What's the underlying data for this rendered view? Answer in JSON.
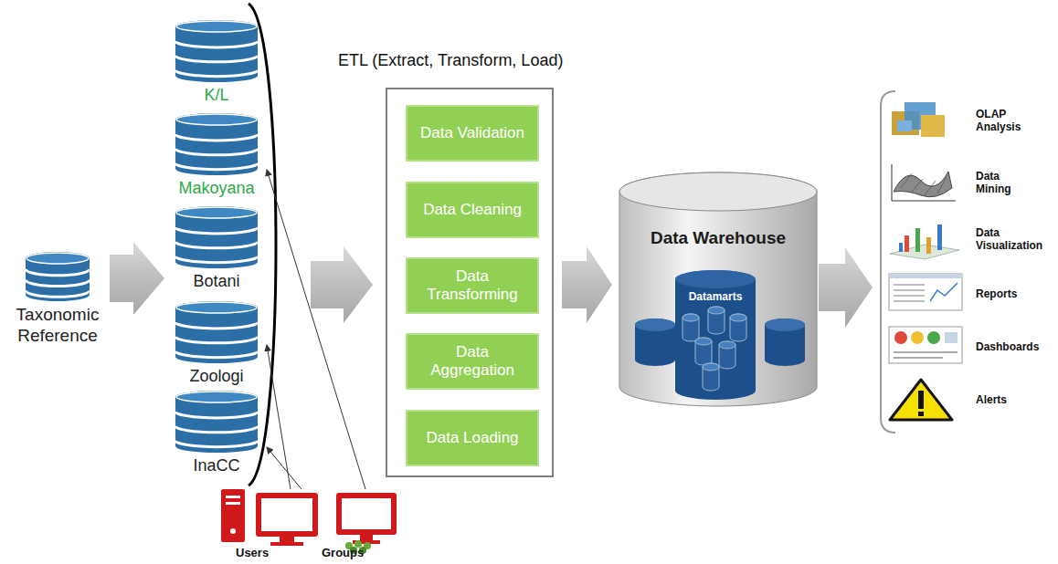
{
  "diagram": {
    "nodes": [
      {
        "text": [
          "Taxonomic Reference"
        ]
      },
      {
        "text": [
          "K/L"
        ]
      },
      {
        "text": [
          "Makoyana"
        ]
      },
      {
        "text": [
          "Botani"
        ]
      },
      {
        "text": [
          "Zoologi"
        ]
      },
      {
        "text": [
          "InaCC"
        ]
      },
      {
        "text": [
          "ETL (Extract, Transform, Load)"
        ]
      },
      {
        "text": [
          "Data Validation"
        ],
        "in": 6
      },
      {
        "text": [
          "Data Cleaning"
        ],
        "in": 6
      },
      {
        "text": [
          "Data Transforming"
        ],
        "in": 6
      },
      {
        "text": [
          "Data Aggregation"
        ],
        "in": 6
      },
      {
        "text": [
          "Data Loading"
        ],
        "in": 6
      },
      {
        "text": [
          "Data Warehouse"
        ]
      },
      {
        "text": [
          "Datamarts"
        ],
        "in": 12
      },
      {
        "text": [
          "Users"
        ]
      },
      {
        "text": [
          "Groups"
        ]
      },
      {
        "text": [
          "OLAP Analysis"
        ]
      },
      {
        "text": [
          "Data Mining"
        ]
      },
      {
        "text": [
          "Data Visualization"
        ]
      },
      {
        "text": [
          "Reports"
        ]
      },
      {
        "text": [
          "Dashboards"
        ]
      },
      {
        "text": [
          "Alerts"
        ]
      }
    ],
    "edges": [
      {
        "from": 0,
        "to": 3,
        "arrow": "to"
      },
      {
        "from": 3,
        "to": 6,
        "arrow": "to"
      },
      {
        "from": 6,
        "to": 12,
        "arrow": "to"
      },
      {
        "from": 12,
        "to": 19,
        "arrow": "to"
      },
      {
        "from": 14,
        "to": 5,
        "arrow": "to"
      },
      {
        "from": 14,
        "to": 4,
        "arrow": "to"
      },
      {
        "from": 15,
        "to": 2,
        "arrow": "to"
      }
    ]
  }
}
